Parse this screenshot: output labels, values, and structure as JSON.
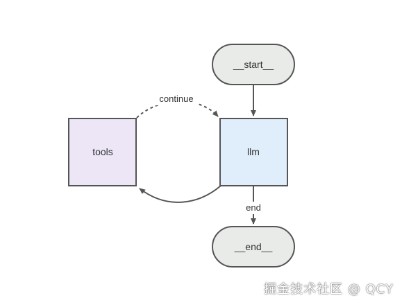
{
  "nodes": {
    "start": {
      "label": "__start__"
    },
    "llm": {
      "label": "llm"
    },
    "tools": {
      "label": "tools"
    },
    "end": {
      "label": "__end__"
    }
  },
  "edges": {
    "llm_to_tools_label": "continue",
    "llm_to_end_label": "end"
  },
  "colors": {
    "terminal_fill": "#e9ebe9",
    "llm_fill": "#dfeefa",
    "tools_fill": "#ece6f7",
    "stroke": "#555555"
  },
  "watermark": "掘金技术社区 @ QCY"
}
